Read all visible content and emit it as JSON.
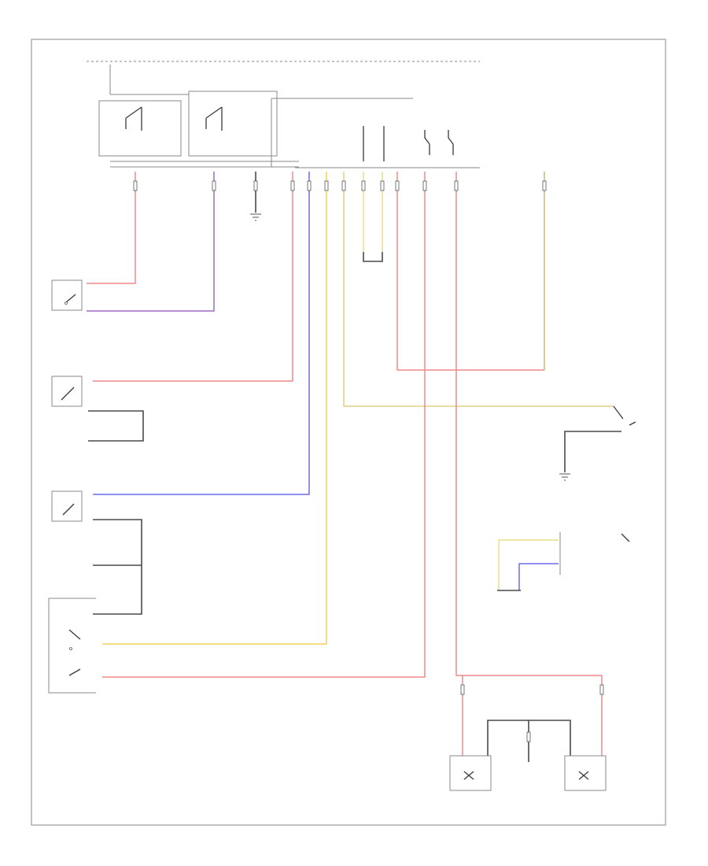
{
  "diagram": {
    "colors": {
      "red": "#f08080",
      "violet": "#9b6bc8",
      "blue": "#6a6af0",
      "yellow": "#e8d070",
      "light_yellow": "#eadf86",
      "tan": "#c8b070",
      "black": "#444444",
      "frame": "#9a9a9a"
    },
    "wire_colors": [
      "red",
      "violet",
      "blue",
      "yellow",
      "tan",
      "black"
    ],
    "components": [
      "module",
      "switch",
      "ground",
      "connector",
      "lamp"
    ]
  }
}
